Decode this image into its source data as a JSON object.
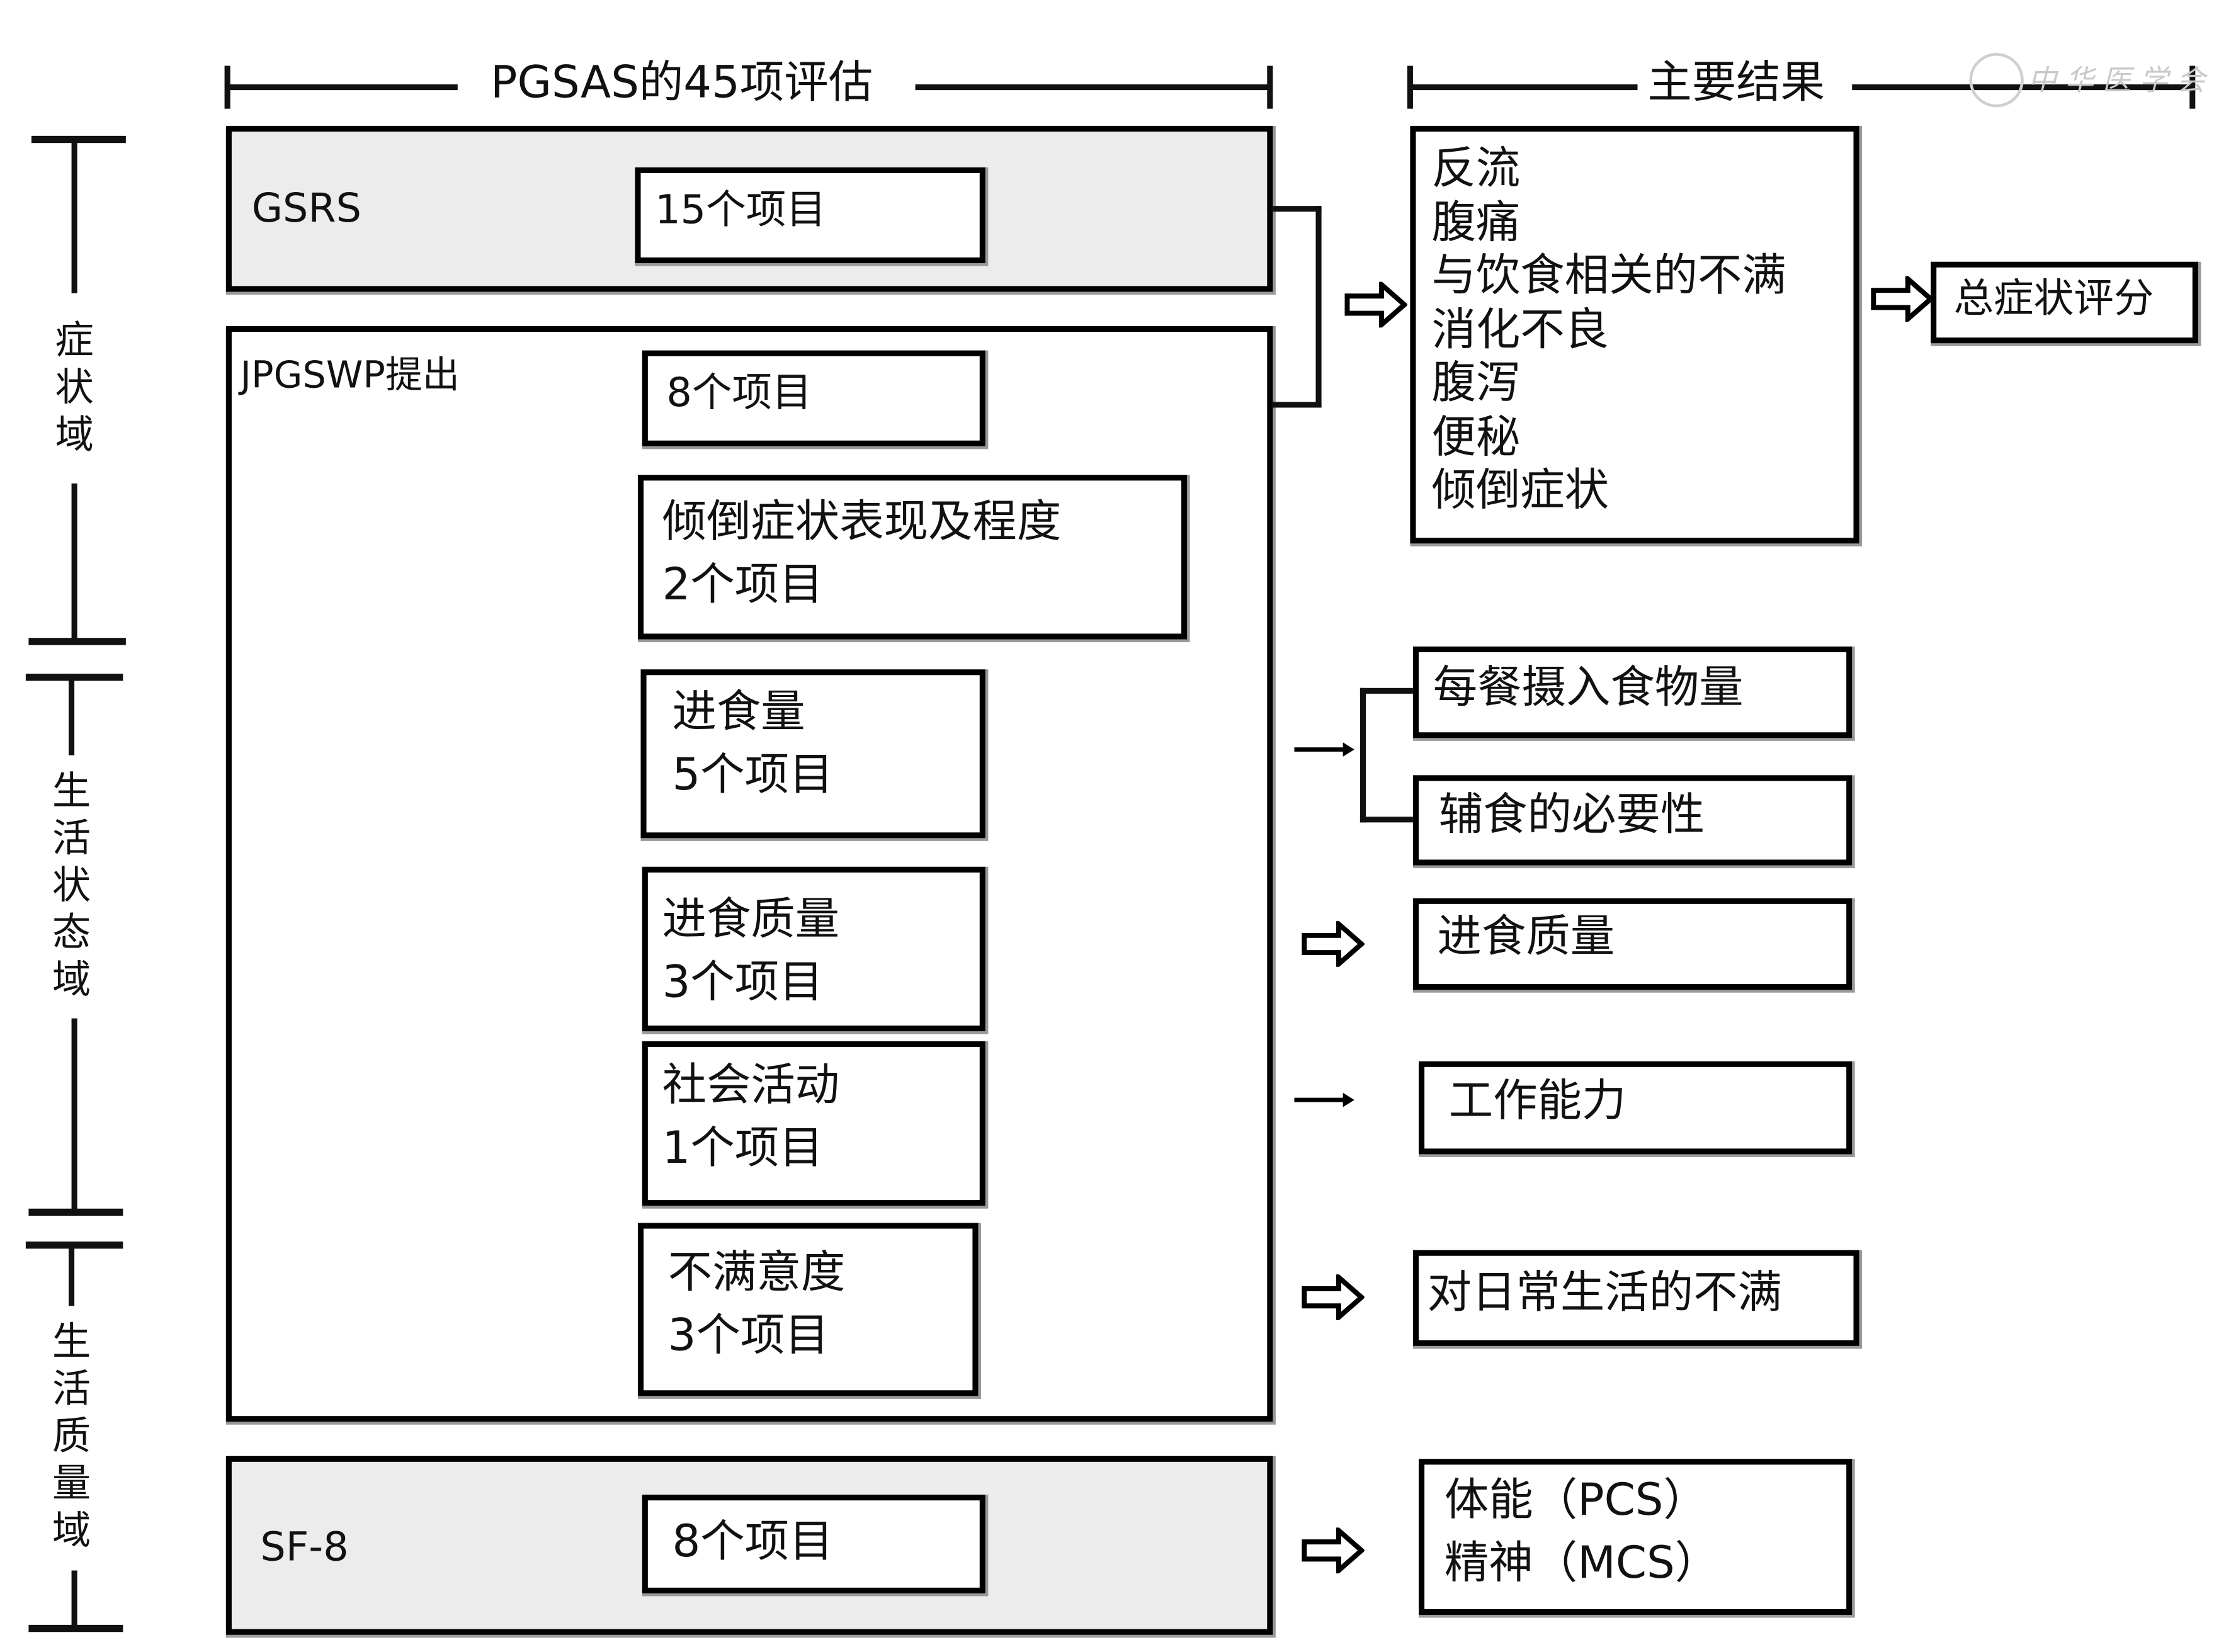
{
  "header": {
    "assessment_title": "PGSAS的45项评估",
    "outcomes_title": "主要结果",
    "watermark_text": "中华医学会"
  },
  "domains": [
    {
      "label_chars": [
        "症",
        "状",
        "域"
      ],
      "label": "症状域"
    },
    {
      "label_chars": [
        "生",
        "活",
        "状",
        "态",
        "域"
      ],
      "label": "生活状态域"
    },
    {
      "label_chars": [
        "生",
        "活",
        "质",
        "量",
        "域"
      ],
      "label": "生活质量域"
    }
  ],
  "instruments": {
    "gsrs": {
      "name": "GSRS",
      "items": "15个项目"
    },
    "jpgswp": {
      "name": "JPGSWP提出",
      "groups": [
        {
          "title": "",
          "items": "8个项目"
        },
        {
          "title": "倾倒症状表现及程度",
          "items": "2个项目"
        },
        {
          "title": "进食量",
          "items": "5个项目"
        },
        {
          "title": "进食质量",
          "items": "3个项目"
        },
        {
          "title": "社会活动",
          "items": "1个项目"
        },
        {
          "title": "不满意度",
          "items": "3个项目"
        }
      ]
    },
    "sf8": {
      "name": "SF-8",
      "items": "8个项目"
    }
  },
  "outcomes": {
    "symptom_list": [
      "反流",
      "腹痛",
      "与饮食相关的不满",
      "消化不良",
      "腹泻",
      "便秘",
      "倾倒症状"
    ],
    "total_symptom_score": "总症状评分",
    "intake_per_meal": "每餐摄入食物量",
    "need_for_extra_meals": "辅食的必要性",
    "meal_quality": "进食质量",
    "work_ability": "工作能力",
    "daily_life_dissatisfaction": "对日常生活的不满",
    "qol": [
      "体能（PCS）",
      "精神（MCS）"
    ]
  },
  "icons": {
    "hollow_arrow": "hollow-right-arrow-icon",
    "small_arrow": "small-right-arrow-icon",
    "seal": "seal-watermark-icon"
  }
}
